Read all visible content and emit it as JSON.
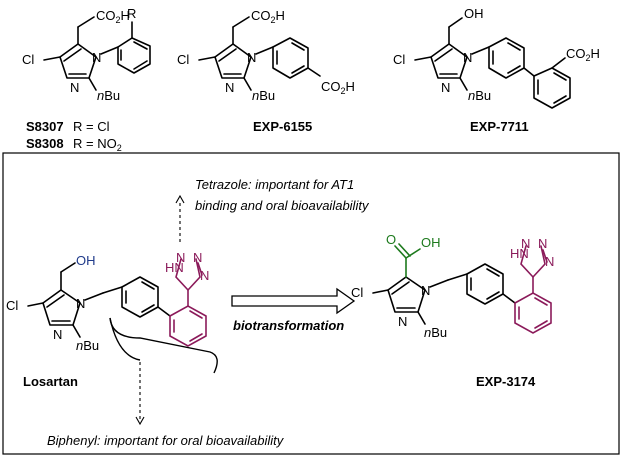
{
  "top": {
    "cmpd1": {
      "name": "S8307",
      "r_eq": "R = Cl",
      "name2": "S8308",
      "r_eq2": "R = NO",
      "r_eq2_sub": "2",
      "co2h": "CO",
      "co2h_sub": "2",
      "co2h_h": "H",
      "r": "R",
      "cl": "Cl",
      "n": "N",
      "n2": "N",
      "nbu_n": "n",
      "nbu_bu": "Bu"
    },
    "cmpd2": {
      "name": "EXP-6155",
      "co2h": "CO",
      "co2h_sub": "2",
      "co2h_h": "H",
      "co2h2": "CO",
      "co2h2_sub": "2",
      "co2h2_h": "H",
      "cl": "Cl",
      "n": "N",
      "n2": "N",
      "nbu_n": "n",
      "nbu_bu": "Bu"
    },
    "cmpd3": {
      "name": "EXP-7711",
      "oh": "OH",
      "co2h": "CO",
      "co2h_sub": "2",
      "co2h_h": "H",
      "cl": "Cl",
      "n": "N",
      "n2": "N",
      "nbu_n": "n",
      "nbu_bu": "Bu"
    }
  },
  "box": {
    "tetrazole_note1": "Tetrazole: important for AT1",
    "tetrazole_note2": "binding and oral bioavailability",
    "biphenyl_note": "Biphenyl: important for oral bioavailability",
    "arrow_label": "biotransformation",
    "losartan": {
      "name": "Losartan",
      "oh": "OH",
      "cl": "Cl",
      "n": "N",
      "n2": "N",
      "nbu_n": "n",
      "nbu_bu": "Bu",
      "t_hn": "HN",
      "t_n1": "N",
      "t_n2": "N",
      "t_n3": "N"
    },
    "exp3174": {
      "name": "EXP-3174",
      "o": "O",
      "oh": "OH",
      "cl": "Cl",
      "n": "N",
      "n2": "N",
      "nbu_n": "n",
      "nbu_bu": "Bu",
      "t_hn": "HN",
      "t_n1": "N",
      "t_n2": "N",
      "t_n3": "N"
    }
  },
  "colors": {
    "tetrazole": "#8b1a5a",
    "hydroxyl": "#1f3a8a",
    "carboxyl": "#1d7a1d"
  }
}
